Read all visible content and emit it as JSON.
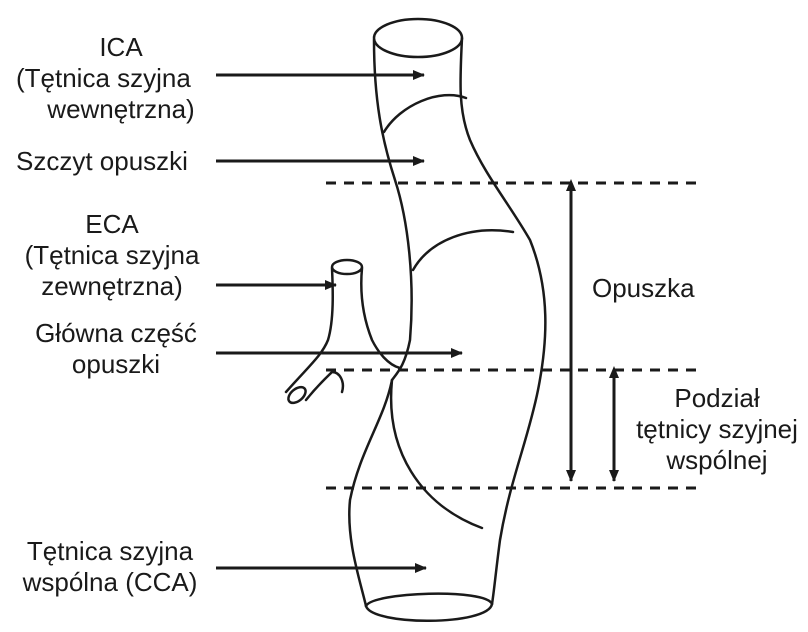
{
  "labels": {
    "ica": [
      "ICA",
      "(Tętnica szyjna",
      "wewnętrzna)"
    ],
    "szczyt": [
      "Szczyt opuszki"
    ],
    "eca": [
      "ECA",
      "(Tętnica szyjna",
      "zewnętrzna)"
    ],
    "glowna": [
      "Główna część",
      "opuszki"
    ],
    "cca": [
      "Tętnica szyjna",
      "wspólna (CCA)"
    ],
    "opuszka": [
      "Opuszka"
    ],
    "podzial": [
      "Podział",
      "tętnicy szyjnej",
      "wspólnej"
    ]
  },
  "colors": {
    "line": "#1a1a1a",
    "background": "#ffffff"
  }
}
